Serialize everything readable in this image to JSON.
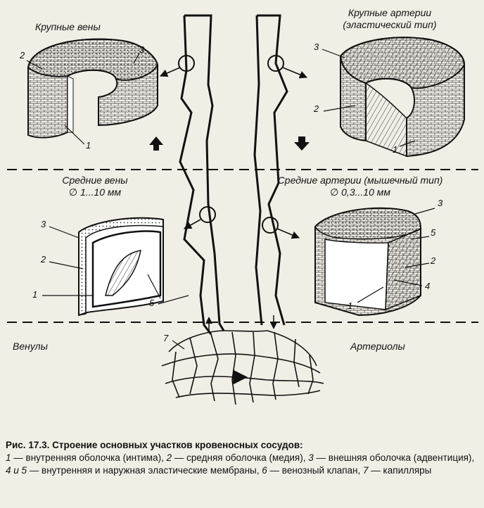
{
  "sections": {
    "large_veins": "Крупные вены",
    "large_arteries": [
      "Крупные артерии",
      "(эластический тип)"
    ],
    "medium_veins": [
      "Средние вены",
      "∅ 1...10 мм"
    ],
    "medium_arteries": [
      "Средние артерии (мышечный тип)",
      "∅ 0,3...10 мм"
    ],
    "venules": "Венулы",
    "arterioles": "Артериолы"
  },
  "numbers": {
    "lv_2": "2",
    "lv_3": "3",
    "lv_1": "1",
    "la_3": "3",
    "la_2": "2",
    "la_1": "1",
    "mv_3": "3",
    "mv_2": "2",
    "mv_1": "1",
    "mv_5": "5",
    "ma_3": "3",
    "ma_5": "5",
    "ma_2": "2",
    "ma_4": "4",
    "ma_1": "1",
    "cap_7": "7"
  },
  "caption": {
    "title": "Рис. 17.3.",
    "title_text": "Строение основных участков кровеносных сосудов:",
    "items": [
      {
        "n": "1",
        "text": "внутренняя оболочка (интима),"
      },
      {
        "n": "2",
        "text": "средняя оболочка (медия),"
      },
      {
        "n": "3",
        "text": "внешняя оболочка (адвентиция),"
      },
      {
        "n": "4 и 5",
        "text": "внутренняя и наружная эластические мембраны,"
      },
      {
        "n": "6",
        "text": "венозный клапан,"
      },
      {
        "n": "7",
        "text": "капилляры"
      }
    ]
  }
}
